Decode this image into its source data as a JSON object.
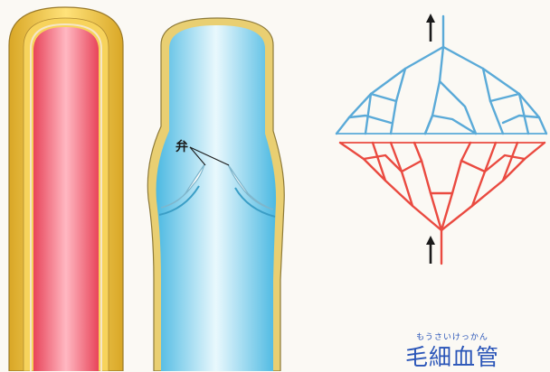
{
  "labels": {
    "valve": "弁"
  },
  "caption": {
    "ruby": "もうさいけっかん",
    "title": "毛細血管"
  },
  "colors": {
    "artery_lumen": "#ee5a6c",
    "artery_wall": "#f2c84a",
    "vein_lumen": "#5cc3e6",
    "vein_wall": "#e8cf7a",
    "capillary_arterial": "#ea4a40",
    "capillary_venous": "#5aaad8",
    "caption_text": "#2a55b8"
  },
  "icons": [
    "arrow-up-icon",
    "arrow-up-icon"
  ]
}
